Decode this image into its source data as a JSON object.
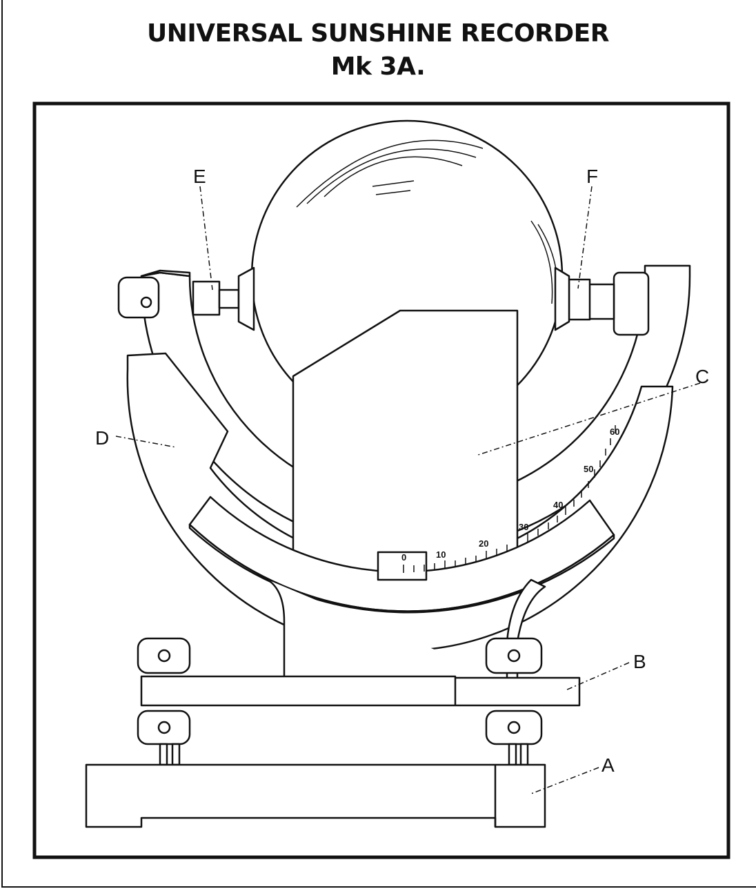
{
  "title": "UNIVERSAL SUNSHINE RECORDER",
  "subtitle": "Mk 3A.",
  "labels": {
    "a": "A",
    "b": "B",
    "c": "C",
    "d": "D",
    "e": "E",
    "f": "F"
  },
  "scale": {
    "n0": "0",
    "n10": "10",
    "n20": "20",
    "n30": "30",
    "n40": "40",
    "n50": "50",
    "n60": "60"
  },
  "colors": {
    "ink": "#111111",
    "paper": "#ffffff"
  }
}
